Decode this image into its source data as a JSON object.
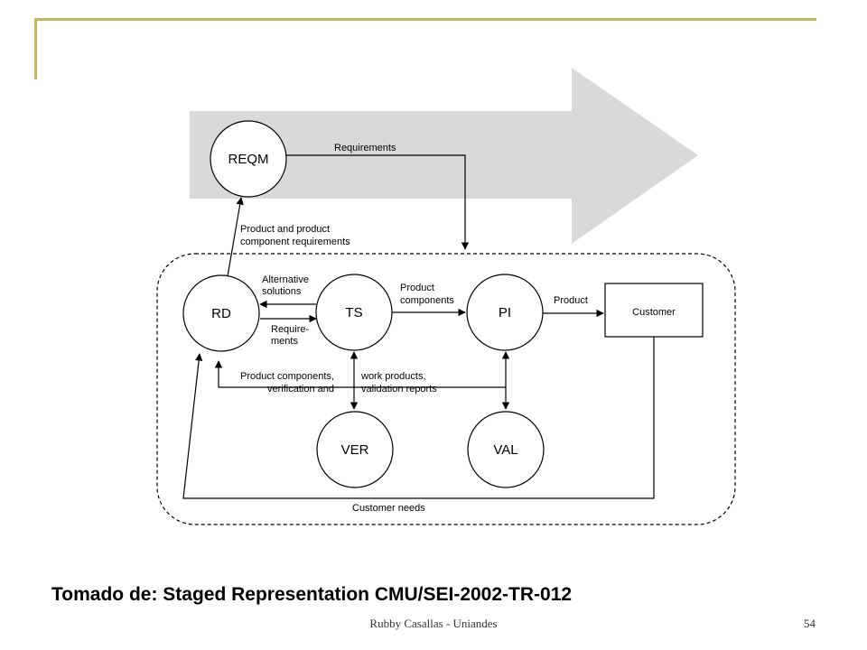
{
  "diagram": {
    "nodes": {
      "reqm": "REQM",
      "rd": "RD",
      "ts": "TS",
      "pi": "PI",
      "ver": "VER",
      "val": "VAL",
      "customer": "Customer"
    },
    "labels": {
      "requirements": "Requirements",
      "prod_req_1": "Product and product",
      "prod_req_2": "component requirements",
      "alt_1": "Alternative",
      "alt_2": "solutions",
      "req_ments_1": "Require-",
      "req_ments_2": "ments",
      "prod_comp_1": "Product",
      "prod_comp_2": "components",
      "product": "Product",
      "verif_1": "Product components,",
      "verif_2": "verification and",
      "valid_1": "work products,",
      "valid_2": "validation reports",
      "customer_needs": "Customer needs"
    }
  },
  "caption": "Tomado de: Staged Representation CMU/SEI-2002-TR-012",
  "footer": {
    "author": "Rubby Casallas - Uniandes",
    "page_number": "54"
  },
  "colors": {
    "accent": "#c8b560",
    "big_arrow": "#d9d9d9"
  }
}
